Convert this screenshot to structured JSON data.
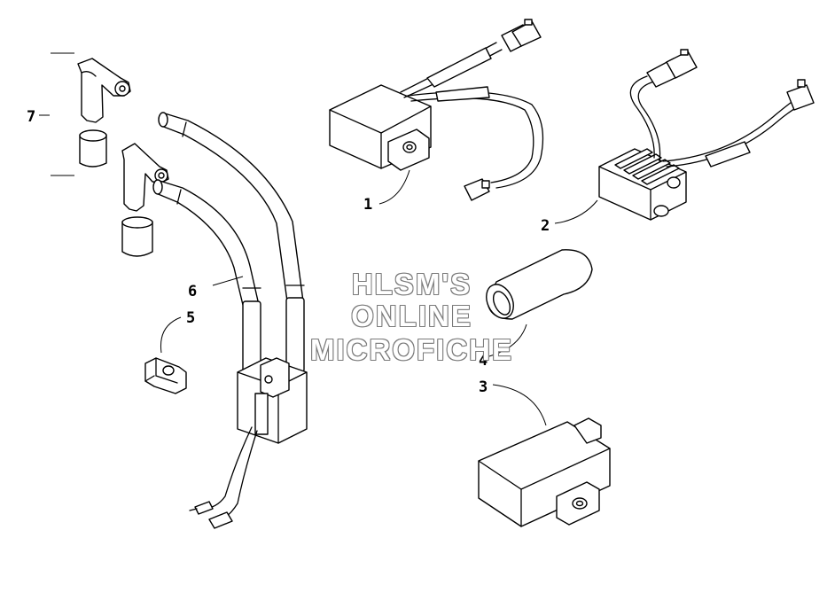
{
  "watermark": {
    "line1": "HLSM'S",
    "line2": "ONLINE",
    "line3": "MICROFICHE"
  },
  "callouts": {
    "c1": "1",
    "c2": "2",
    "c3": "3",
    "c4": "4",
    "c5": "5",
    "c6": "6",
    "c7": "7"
  }
}
